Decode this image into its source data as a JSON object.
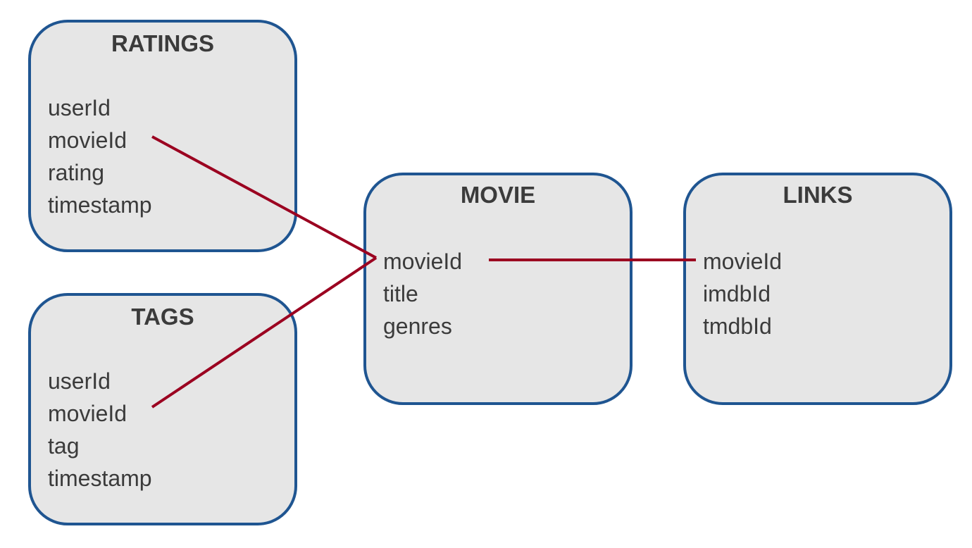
{
  "colors": {
    "box_fill": "#e6e6e6",
    "box_border": "#1f5591",
    "text": "#3b3b3b",
    "relation_line": "#9b0020",
    "background": "#ffffff"
  },
  "entities": {
    "ratings": {
      "title": "RATINGS",
      "fields": [
        "userId",
        "movieId",
        "rating",
        "timestamp"
      ]
    },
    "tags": {
      "title": "TAGS",
      "fields": [
        "userId",
        "movieId",
        "tag",
        "timestamp"
      ]
    },
    "movie": {
      "title": "MOVIE",
      "fields": [
        "movieId",
        "title",
        "genres"
      ]
    },
    "links": {
      "title": "LINKS",
      "fields": [
        "movieId",
        "imdbId",
        "tmdbId"
      ]
    }
  },
  "relations": [
    {
      "from": "ratings.movieId",
      "to": "movie.movieId"
    },
    {
      "from": "tags.movieId",
      "to": "movie.movieId"
    },
    {
      "from": "movie.movieId",
      "to": "links.movieId"
    }
  ]
}
